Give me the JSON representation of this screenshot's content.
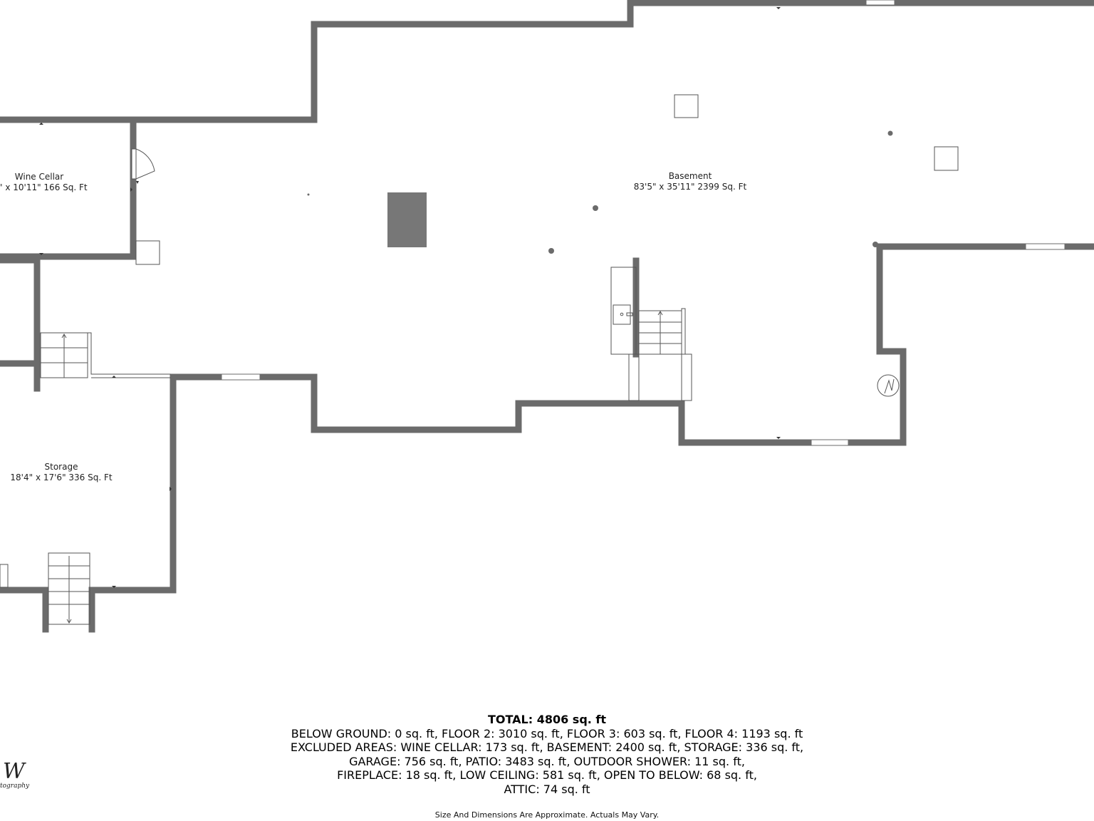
{
  "rooms": {
    "wine_cellar": {
      "name": "Wine Cellar",
      "dims": "\" x 10'11\" 166 Sq. Ft"
    },
    "basement": {
      "name": "Basement",
      "dims": "83'5\" x 35'11\" 2399 Sq. Ft"
    },
    "storage": {
      "name": "Storage",
      "dims": "18'4\" x 17'6\" 336 Sq. Ft"
    }
  },
  "summary": {
    "total": "TOTAL: 4806 sq. ft",
    "lines": [
      "BELOW GROUND: 0 sq. ft, FLOOR 2: 3010 sq. ft, FLOOR 3: 603 sq. ft, FLOOR 4: 1193 sq. ft",
      "EXCLUDED AREAS: WINE CELLAR: 173 sq. ft, BASEMENT: 2400 sq. ft, STORAGE: 336 sq. ft,",
      "GARAGE: 756 sq. ft, PATIO: 3483 sq. ft, OUTDOOR SHOWER: 11 sq. ft,",
      "FIREPLACE: 18 sq. ft, LOW CEILING: 581 sq. ft, OPEN TO BELOW: 68 sq. ft,",
      "ATTIC: 74 sq. ft"
    ]
  },
  "disclaimer": "Size And Dimensions Are Approximate. Actuals May Vary.",
  "logo": {
    "initial": "W",
    "text": "tography"
  },
  "colors": {
    "wall": "#6b6b6b",
    "fixture": "#777777",
    "line": "#555555"
  }
}
